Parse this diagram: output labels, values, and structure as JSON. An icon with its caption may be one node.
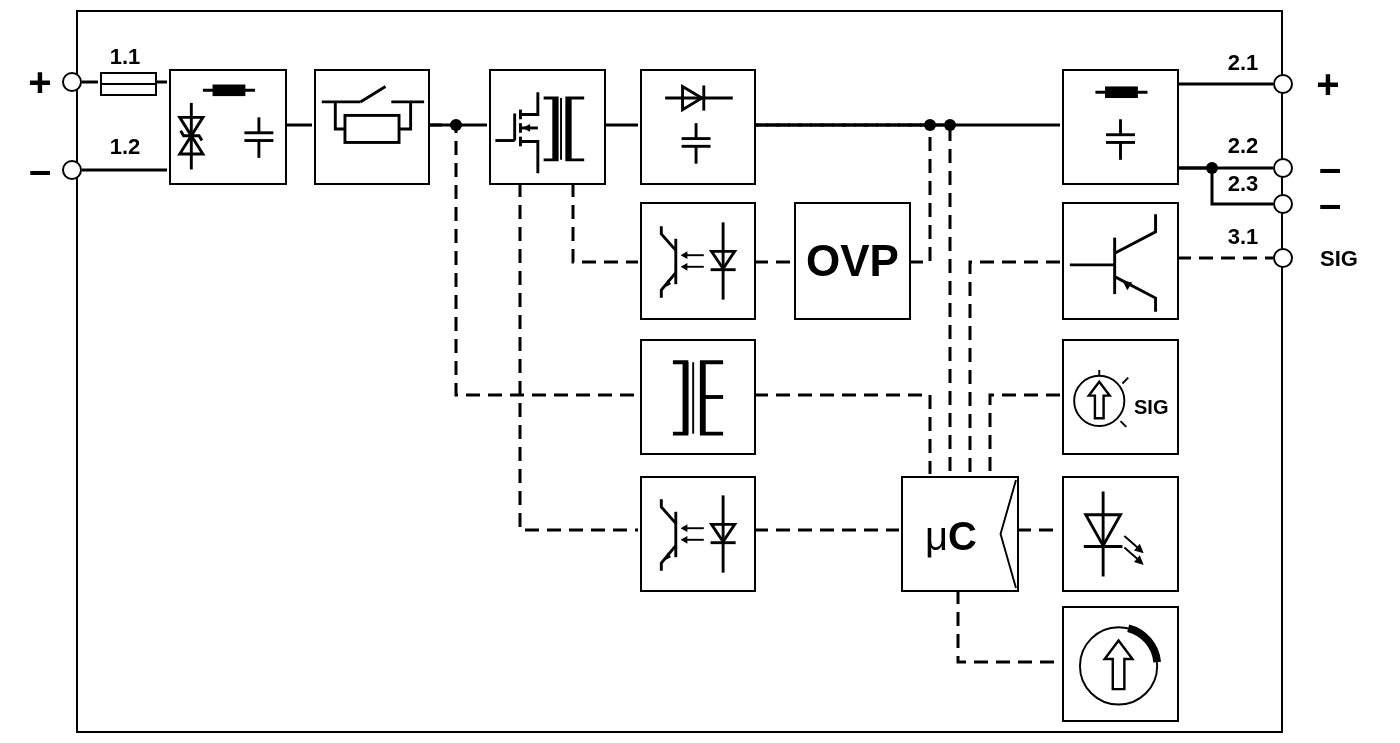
{
  "diagram": {
    "nodes": [
      {
        "text": [],
        "shape": "box"
      },
      {
        "text": [],
        "shape": "circle",
        "beside": [
          "+"
        ]
      },
      {
        "text": [],
        "shape": "circle",
        "beside": [
          "1.2",
          "–"
        ]
      },
      {
        "text": [],
        "shape": "box",
        "in": 0,
        "beside": [
          "1.1"
        ]
      },
      {
        "text": [],
        "shape": "box",
        "in": 0
      },
      {
        "text": [],
        "shape": "box",
        "in": 0
      },
      {
        "text": [],
        "shape": "box",
        "in": 0
      },
      {
        "text": [],
        "shape": "box",
        "in": 0
      },
      {
        "text": [],
        "shape": "box",
        "in": 0
      },
      {
        "text": [
          "OVP"
        ],
        "in": 0
      },
      {
        "text": [],
        "shape": "box",
        "in": 0
      },
      {
        "text": [],
        "shape": "box",
        "in": 0
      },
      {
        "text": [
          "μ**C**"
        ],
        "in": 0
      },
      {
        "text": [],
        "shape": "box",
        "in": 0
      },
      {
        "text": [],
        "shape": "box",
        "in": 0
      },
      {
        "text": [
          "SIG"
        ],
        "in": 0
      },
      {
        "text": [],
        "shape": "box",
        "in": 0
      },
      {
        "text": [],
        "shape": "box",
        "in": 0
      },
      {
        "text": [],
        "shape": "circle",
        "beside": [
          "2.1",
          "+"
        ]
      },
      {
        "text": [],
        "shape": "circle",
        "beside": [
          "2.2",
          "–"
        ]
      },
      {
        "text": [],
        "shape": "circle",
        "beside": [
          "2.3",
          "–"
        ]
      },
      {
        "text": [],
        "shape": "circle",
        "beside": [
          "3.1",
          "SIG"
        ]
      }
    ],
    "edges": [
      {
        "from": 1,
        "to": 3,
        "arrow": "none"
      },
      {
        "from": 3,
        "to": 4,
        "arrow": "none"
      },
      {
        "from": 2,
        "to": 4,
        "arrow": "none"
      },
      {
        "from": 4,
        "to": 5,
        "arrow": "none"
      },
      {
        "from": 5,
        "to": 6,
        "arrow": "none"
      },
      {
        "from": 6,
        "to": 7,
        "arrow": "none"
      },
      {
        "from": 7,
        "to": 13,
        "arrow": "none"
      },
      {
        "from": 13,
        "to": 18,
        "arrow": "none"
      },
      {
        "from": 13,
        "to": 19,
        "arrow": "none"
      },
      {
        "from": 13,
        "to": 20,
        "arrow": "none"
      },
      {
        "from": 5,
        "to": 10,
        "arrow": "none",
        "style": "dashed"
      },
      {
        "from": 6,
        "to": 11,
        "arrow": "none",
        "style": "dashed"
      },
      {
        "from": 6,
        "to": 8,
        "arrow": "none",
        "style": "dashed"
      },
      {
        "from": 8,
        "to": 9,
        "arrow": "none",
        "style": "dashed"
      },
      {
        "from": 9,
        "to": 7,
        "arrow": "none",
        "style": "dashed"
      },
      {
        "from": 7,
        "to": 12,
        "arrow": "none",
        "style": "dashed"
      },
      {
        "from": 10,
        "to": 12,
        "arrow": "none",
        "style": "dashed"
      },
      {
        "from": 11,
        "to": 12,
        "arrow": "none",
        "style": "dashed"
      },
      {
        "from": 14,
        "to": 12,
        "arrow": "none",
        "style": "dashed"
      },
      {
        "from": 15,
        "to": 12,
        "arrow": "none",
        "style": "dashed"
      },
      {
        "from": 12,
        "to": 16,
        "arrow": "none",
        "style": "dashed"
      },
      {
        "from": 12,
        "to": 17,
        "arrow": "none",
        "style": "dashed"
      },
      {
        "from": 14,
        "to": 21,
        "arrow": "none",
        "style": "dashed"
      }
    ]
  }
}
